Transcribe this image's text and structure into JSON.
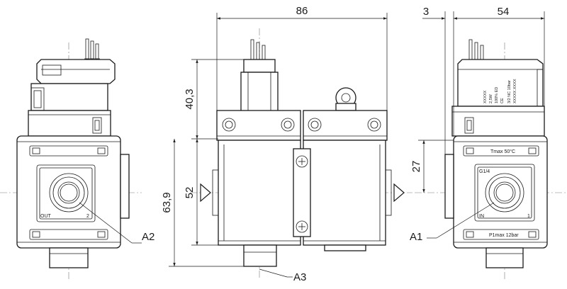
{
  "dimensions": {
    "width_total": "86",
    "offset_small": "3",
    "depth": "54",
    "height_top": "40,3",
    "height_total": "63,9",
    "height_body": "52",
    "port_height": "27"
  },
  "callouts": {
    "a1": "A1",
    "a2": "A2",
    "a3": "A3"
  },
  "left_view": {
    "port_label": "OUT",
    "port_number": "2"
  },
  "right_view": {
    "tmax": "Tmax 50°C",
    "thread": "G1/4",
    "port_label": "IN",
    "port_number": "1",
    "pmax": "P1max 12bar",
    "coil_text_1": "XXXXX",
    "coil_text_2": "2,5W",
    "coil_text_3": "100% ED",
    "coil_text_4": "3/2 NC 10bar",
    "coil_text_5": "XXXXX.XXXX"
  }
}
